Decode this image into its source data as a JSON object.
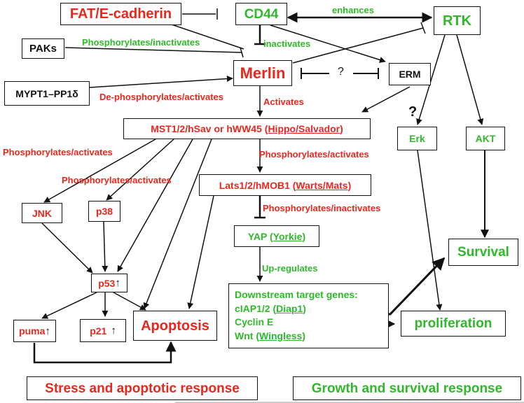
{
  "nodes": {
    "fat": "FAT/E-cadherin",
    "cd44": "CD44",
    "rtk": "RTK",
    "paks": "PAKs",
    "merlin": "Merlin",
    "erm": "ERM",
    "mypt": "MYPT1–PP1δ",
    "mst": {
      "main": "MST1/2/hSav or hWW45 (",
      "link": "Hippo/Salvador",
      "close": ")"
    },
    "erk": "Erk",
    "akt": "AKT",
    "lats": {
      "main": "Lats1/2/hMOB1 (",
      "link": "Warts/Mats",
      "close": ")"
    },
    "jnk": "JNK",
    "p38": "p38",
    "yap": {
      "main": "YAP (",
      "link": "Yorkie",
      "close": ")"
    },
    "survival": "Survival",
    "p53": "p53",
    "targets": {
      "header": "Downstream target genes:",
      "ciap_main": "cIAP1/2 (",
      "ciap_link": "Diap1",
      "ciap_close": ")",
      "cyclin": "Cyclin E",
      "wnt_main": "Wnt (",
      "wnt_link": "Wingless",
      "wnt_close": ")"
    },
    "proliferation": "proliferation",
    "puma": "puma",
    "p21": "p21",
    "apoptosis": "Apoptosis",
    "stress": "Stress and apoptotic response",
    "growth": "Growth and survival response"
  },
  "up_arrow": "↑",
  "labels": {
    "enhances": "enhances",
    "paks_phos": "Phosphorylates/inactivates",
    "inactivates": "inactivates",
    "mypt_dephos": "De-phosphorylates/activates",
    "question_merlin_erm": "?",
    "activates": "Activates",
    "question_erm": "?",
    "mst_phos_jnk": "Phosphorylates/activates",
    "mst_phos_lats": "Phosphorylates/activates",
    "mst_phos_p38": "Phosphorylates/activates",
    "lats_phos": "Phosphorylates/inactivates",
    "upregulates": "Up-regulates"
  },
  "colors": {
    "red": "#e8281e",
    "green": "#2fb82a",
    "black": "#111111"
  }
}
